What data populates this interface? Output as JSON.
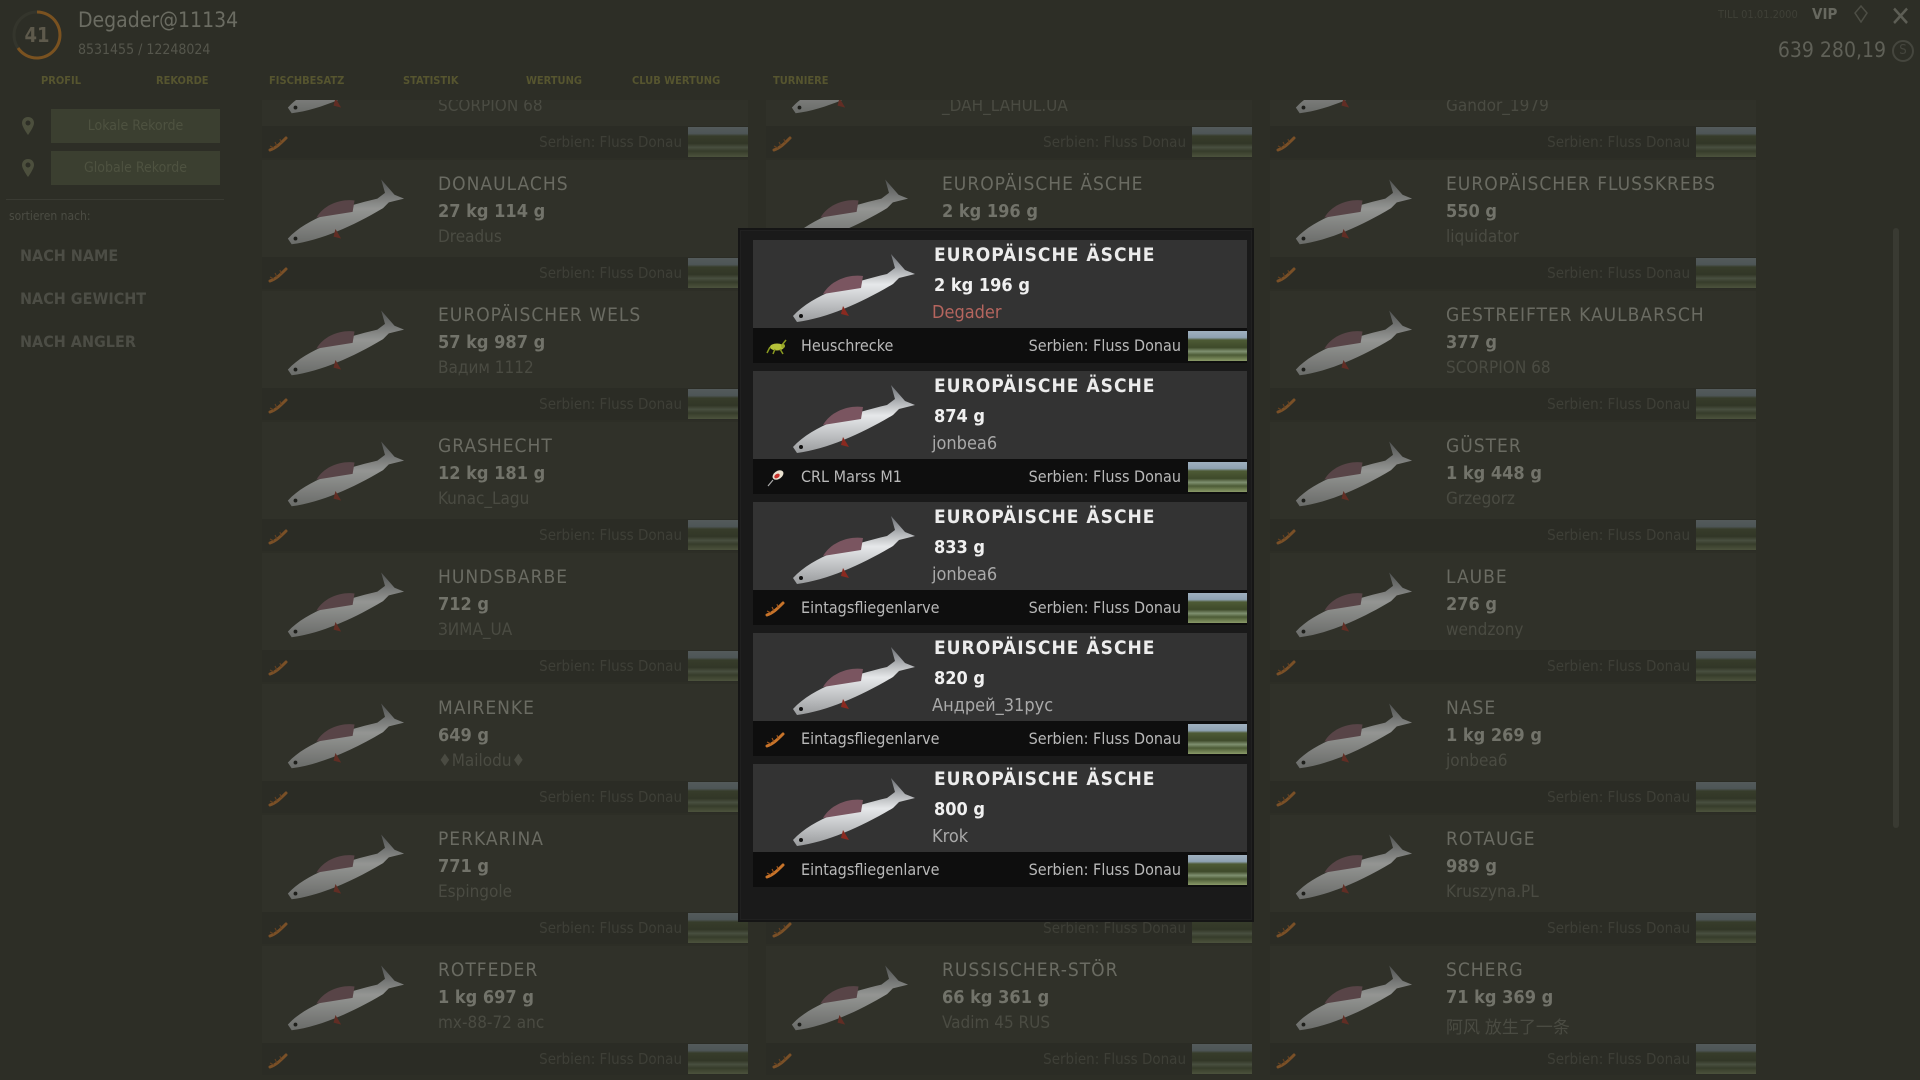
{
  "header": {
    "level": "41",
    "username": "Degader@11134",
    "experience": "8531455 / 12248024",
    "premium_small": "TILL 01.01.2000",
    "vip_label": "VIP",
    "money": "639 280,19",
    "currency_symbol": "S"
  },
  "tabs": [
    "PROFIL",
    "REKORDE",
    "FISCHBESATZ",
    "STATISTIK",
    "WERTUNG",
    "CLUB WERTUNG",
    "TURNIERE"
  ],
  "sidebar": {
    "local_records": "Lokale Rekorde",
    "global_records": "Globale Rekorde",
    "sort_label": "sortieren nach:",
    "sort_options": [
      "NACH NAME",
      "NACH GEWICHT",
      "NACH ANGLER"
    ]
  },
  "records": {
    "location": "Serbien: Fluss Donau",
    "columns": [
      [
        {
          "name": "",
          "weight": "",
          "angler": "SCORPION 68"
        },
        {
          "name": "DONAULACHS",
          "weight": "27 kg 114 g",
          "angler": "Dreadus"
        },
        {
          "name": "EUROPÄISCHER WELS",
          "weight": "57 kg 987 g",
          "angler": "Вадим 1112"
        },
        {
          "name": "GRASHECHT",
          "weight": "12 kg 181 g",
          "angler": "Kunac_Lagu"
        },
        {
          "name": "HUNDSBARBE",
          "weight": "712 g",
          "angler": "ЗИМА_UA"
        },
        {
          "name": "MAIRENKE",
          "weight": "649 g",
          "angler": "♦Mailodu♦"
        },
        {
          "name": "PERKARINA",
          "weight": "771 g",
          "angler": "Espingole"
        },
        {
          "name": "ROTFEDER",
          "weight": "1 kg 697 g",
          "angler": "mx-88-72 anc"
        }
      ],
      [
        {
          "name": "",
          "weight": "",
          "angler": "_DAH_LAHUL.UA"
        },
        {
          "name": "EUROPÄISCHE ÄSCHE",
          "weight": "2 kg 196 g",
          "angler": ""
        },
        {
          "name": "",
          "weight": "",
          "angler": ""
        },
        {
          "name": "",
          "weight": "",
          "angler": ""
        },
        {
          "name": "",
          "weight": "",
          "angler": ""
        },
        {
          "name": "",
          "weight": "",
          "angler": ""
        },
        {
          "name": "",
          "weight": "",
          "angler": ""
        },
        {
          "name": "RUSSISCHER-STÖR",
          "weight": "66 kg 361 g",
          "angler": "Vadim 45 RUS"
        }
      ],
      [
        {
          "name": "",
          "weight": "",
          "angler": "Gandor_1979"
        },
        {
          "name": "EUROPÄISCHER FLUSSKREBS",
          "weight": "550 g",
          "angler": "liquidator"
        },
        {
          "name": "GESTREIFTER KAULBARSCH",
          "weight": "377 g",
          "angler": "SCORPION 68"
        },
        {
          "name": "GÜSTER",
          "weight": "1 kg 448 g",
          "angler": "Grzegorz"
        },
        {
          "name": "LAUBE",
          "weight": "276 g",
          "angler": "wendzony"
        },
        {
          "name": "NASE",
          "weight": "1 kg 269 g",
          "angler": "jonbea6"
        },
        {
          "name": "ROTAUGE",
          "weight": "989 g",
          "angler": "Kruszyna.PL"
        },
        {
          "name": "SCHERG",
          "weight": "71 kg 369 g",
          "angler": "阿风  放生了一条"
        }
      ]
    ]
  },
  "popup": {
    "entries": [
      {
        "fish": "EUROPÄISCHE ÄSCHE",
        "weight": "2 kg 196 g",
        "angler": "Degader",
        "is_self": true,
        "bait": "Heuschrecke",
        "bait_icon": "grasshopper-icon",
        "location": "Serbien: Fluss Donau"
      },
      {
        "fish": "EUROPÄISCHE ÄSCHE",
        "weight": "874 g",
        "angler": "jonbea6",
        "is_self": false,
        "bait": "CRL Marss M1",
        "bait_icon": "spoon-lure-icon",
        "location": "Serbien: Fluss Donau"
      },
      {
        "fish": "EUROPÄISCHE ÄSCHE",
        "weight": "833 g",
        "angler": "jonbea6",
        "is_self": false,
        "bait": "Eintagsfliegenlarve",
        "bait_icon": "larva-icon",
        "location": "Serbien: Fluss Donau"
      },
      {
        "fish": "EUROPÄISCHE ÄSCHE",
        "weight": "820 g",
        "angler": "Андрей_31рус",
        "is_self": false,
        "bait": "Eintagsfliegenlarve",
        "bait_icon": "larva-icon",
        "location": "Serbien: Fluss Donau"
      },
      {
        "fish": "EUROPÄISCHE ÄSCHE",
        "weight": "800 g",
        "angler": "Krok",
        "is_self": false,
        "bait": "Eintagsfliegenlarve",
        "bait_icon": "larva-icon",
        "location": "Serbien: Fluss Donau"
      }
    ]
  },
  "colors": {
    "self_angler": "#b5655e",
    "level_ring": "#8a5a1e",
    "background": "#2d2e26"
  }
}
